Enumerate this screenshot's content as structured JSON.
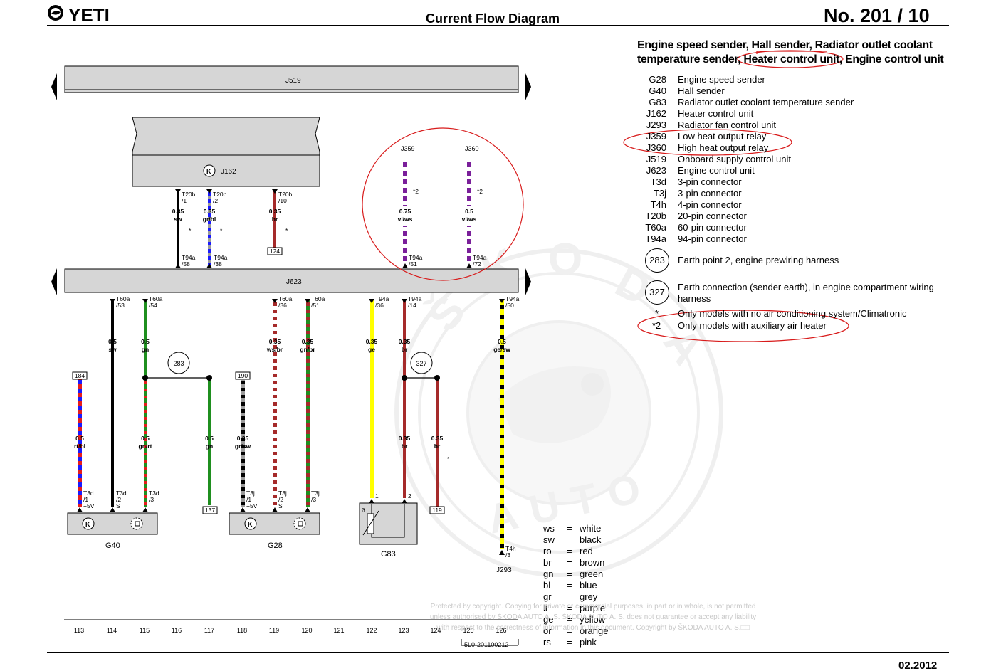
{
  "header": {
    "brand": "YETI",
    "diagram_type": "Current Flow Diagram",
    "number": "No.  201 / 10",
    "title_line1": "Engine speed sender, Hall sender, Radiator outlet coolant",
    "title_line2": "temperature sender, Heater control unit, Engine control unit"
  },
  "components": {
    "j519": "J519",
    "j162": "J162",
    "j623": "J623",
    "j359": "J359",
    "j360": "J360",
    "g40": "G40",
    "g28": "G28",
    "g83": "G83",
    "j293": "J293"
  },
  "wires": [
    {
      "pin": "T20b",
      "pin_no": "/1",
      "size": "0.35",
      "color_code": "sw",
      "colors": [
        "#000000"
      ],
      "star": "*",
      "end_pin": "T94a",
      "end_no": "/58"
    },
    {
      "pin": "T20b",
      "pin_no": "/2",
      "size": "0.35",
      "color_code": "gr/bl",
      "colors": [
        "#1a1aff",
        "#9a9a9a"
      ],
      "star": "*",
      "end_pin": "T94a",
      "end_no": "/38"
    },
    {
      "pin": "T20b",
      "pin_no": "/10",
      "size": "0.35",
      "color_code": "br",
      "colors": [
        "#a52a2a"
      ],
      "star": "*",
      "end_ref": "124"
    },
    {
      "comp": "J359",
      "size": "0.75",
      "color_code": "vi/ws",
      "colors": [
        "#7a1f9a",
        "#ffffff"
      ],
      "star": "*2",
      "end_pin": "T94a",
      "end_no": "/51"
    },
    {
      "comp": "J360",
      "size": "0.5",
      "color_code": "vi/ws",
      "colors": [
        "#7a1f9a",
        "#ffffff"
      ],
      "star": "*2",
      "end_pin": "T94a",
      "end_no": "/72"
    },
    {
      "pin": "T60a",
      "pin_no": "/53",
      "size": "0.5",
      "color_code": "sw",
      "colors": [
        "#000000"
      ],
      "end_pin": "T3d",
      "end_no": "/2",
      "end_sig": "S"
    },
    {
      "pin": "T60a",
      "pin_no": "/54",
      "size": "0.5",
      "color_code": "gn",
      "colors": [
        "#1f8f1f"
      ]
    },
    {
      "size": "0.5",
      "color_code": "gn/rt",
      "colors": [
        "#1f8f1f",
        "#e51c1c"
      ],
      "end_pin": "T3d",
      "end_no": "/3"
    },
    {
      "size": "0.5",
      "color_code": "gn",
      "colors": [
        "#1f8f1f"
      ],
      "end_ref": "137"
    },
    {
      "start_ref": "184",
      "size": "0.5",
      "color_code": "rt/bl",
      "colors": [
        "#e51c1c",
        "#1a1aff"
      ],
      "end_pin": "T3d",
      "end_no": "/1",
      "end_sig": "+5V"
    },
    {
      "start_ref": "190",
      "size": "0.35",
      "color_code": "gr/sw",
      "colors": [
        "#9a9a9a",
        "#000000"
      ],
      "end_pin": "T3j",
      "end_no": "/1",
      "end_sig": "+5V"
    },
    {
      "pin": "T60a",
      "pin_no": "/36",
      "size": "0.35",
      "color_code": "ws/br",
      "colors": [
        "#ffffff",
        "#a52a2a"
      ],
      "end_pin": "T3j",
      "end_no": "/2",
      "end_sig": "S"
    },
    {
      "pin": "T60a",
      "pin_no": "/51",
      "size": "0.35",
      "color_code": "gn/br",
      "colors": [
        "#1f8f1f",
        "#a52a2a"
      ],
      "end_pin": "T3j",
      "end_no": "/3"
    },
    {
      "pin": "T94a",
      "pin_no": "/36",
      "size": "0.35",
      "color_code": "ge",
      "colors": [
        "#ffff00"
      ],
      "end_no": "1"
    },
    {
      "pin": "T94a",
      "pin_no": "/14",
      "size": "0.35",
      "color_code": "br",
      "colors": [
        "#a52a2a"
      ]
    },
    {
      "size": "0.35",
      "color_code": "br",
      "colors": [
        "#a52a2a"
      ],
      "end_no": "2"
    },
    {
      "size": "0.35",
      "color_code": "br",
      "colors": [
        "#a52a2a"
      ],
      "star": "*",
      "end_ref": "119"
    },
    {
      "pin": "T94a",
      "pin_no": "/50",
      "size": "0.5",
      "color_code": "ge/sw",
      "colors": [
        "#ffff00",
        "#000000"
      ],
      "end_pin": "T4h",
      "end_no": "/3"
    }
  ],
  "earth_points": {
    "e283": "283",
    "e327": "327"
  },
  "legend": [
    {
      "code": "G28",
      "desc": "Engine speed sender"
    },
    {
      "code": "G40",
      "desc": "Hall sender"
    },
    {
      "code": "G83",
      "desc": "Radiator outlet coolant temperature sender"
    },
    {
      "code": "J162",
      "desc": "Heater control unit"
    },
    {
      "code": "J293",
      "desc": "Radiator fan control unit"
    },
    {
      "code": "J359",
      "desc": "Low heat output relay"
    },
    {
      "code": "J360",
      "desc": "High heat output relay"
    },
    {
      "code": "J519",
      "desc": "Onboard supply control unit"
    },
    {
      "code": "J623",
      "desc": "Engine control unit"
    },
    {
      "code": "T3d",
      "desc": "3-pin connector"
    },
    {
      "code": "T3j",
      "desc": "3-pin connector"
    },
    {
      "code": "T4h",
      "desc": "4-pin connector"
    },
    {
      "code": "T20b",
      "desc": "20-pin connector"
    },
    {
      "code": "T60a",
      "desc": "60-pin connector"
    },
    {
      "code": "T94a",
      "desc": "94-pin connector"
    }
  ],
  "earth_legend": [
    {
      "code": "283",
      "desc": "Earth point 2, engine prewiring harness"
    },
    {
      "code": "327",
      "desc_line1": "Earth connection (sender earth), in engine compartment wiring",
      "desc_line2": "harness"
    }
  ],
  "footnotes": [
    {
      "code": "*",
      "desc": "Only models with no air conditioning system/Climatronic"
    },
    {
      "code": "*2",
      "desc": "Only models with auxiliary air heater"
    }
  ],
  "colour_key": [
    {
      "abbr": "ws",
      "eq": "=",
      "name": "white"
    },
    {
      "abbr": "sw",
      "eq": "=",
      "name": "black"
    },
    {
      "abbr": "ro",
      "eq": "=",
      "name": "red"
    },
    {
      "abbr": "br",
      "eq": "=",
      "name": "brown"
    },
    {
      "abbr": "gn",
      "eq": "=",
      "name": "green"
    },
    {
      "abbr": "bl",
      "eq": "=",
      "name": "blue"
    },
    {
      "abbr": "gr",
      "eq": "=",
      "name": "grey"
    },
    {
      "abbr": "li",
      "eq": "=",
      "name": "purple"
    },
    {
      "abbr": "ge",
      "eq": "=",
      "name": "yellow"
    },
    {
      "abbr": "or",
      "eq": "=",
      "name": "orange"
    },
    {
      "abbr": "rs",
      "eq": "=",
      "name": "pink"
    }
  ],
  "copyright": {
    "line1": "Protected by copyright. Copying for private or commercial purposes, in part or in whole, is not permitted",
    "line2": "unless authorised by ŠKODA AUTO A. S. ŠKODA AUTO A. S. does not guarantee or accept any liability",
    "line3": "with respect to the correctness of information in this document. Copyright by ŠKODA AUTO A. S.□□"
  },
  "track_numbers": [
    "113",
    "114",
    "115",
    "116",
    "117",
    "118",
    "119",
    "120",
    "121",
    "122",
    "123",
    "124",
    "125",
    "126"
  ],
  "doc_ref": "5L0-201100212",
  "date": "02.2012",
  "watermark": {
    "letters": [
      "Š",
      "K",
      "O",
      "D",
      "A"
    ],
    "bottom": "AUTO"
  },
  "accent_colors": {
    "annotation": "#d81b1b",
    "wire_brown": "#a52a2a",
    "wire_green": "#1f8f1f",
    "wire_yellow": "#ffff00",
    "wire_violet": "#7a1f9a",
    "wire_blue": "#1a1aff",
    "wire_red": "#e51c1c",
    "wire_grey": "#9a9a9a"
  }
}
